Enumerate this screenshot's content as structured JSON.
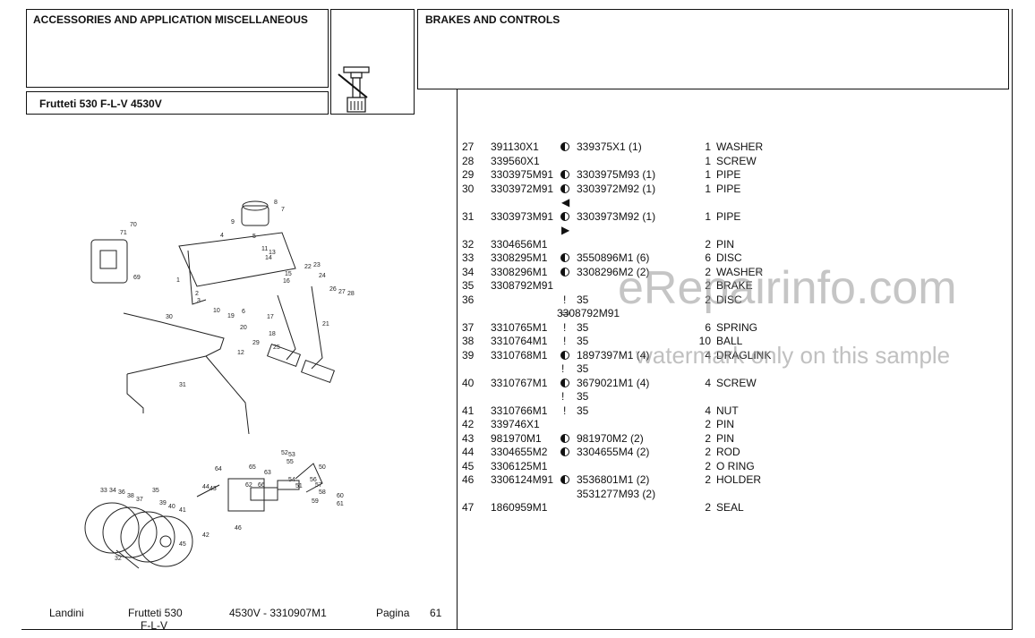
{
  "header": {
    "category": "ACCESSORIES AND APPLICATION MISCELLANEOUS",
    "model": "Frutteti 530 F-L-V  4530V",
    "section": "BRAKES AND CONTROLS"
  },
  "parts": [
    {
      "ref": "27",
      "part": "391130X1",
      "sym": "dot",
      "rep": "339375X1  (1)",
      "qty": "1",
      "desc": "WASHER"
    },
    {
      "ref": "28",
      "part": "339560X1",
      "sym": "",
      "rep": "",
      "qty": "1",
      "desc": "SCREW"
    },
    {
      "ref": "29",
      "part": "3303975M91",
      "sym": "dot",
      "rep": "3303975M93  (1)",
      "qty": "1",
      "desc": "PIPE"
    },
    {
      "ref": "30",
      "part": "3303972M91",
      "sym": "dot",
      "rep": "3303972M92  (1)",
      "qty": "1",
      "desc": "PIPE",
      "sub_sym": "◀"
    },
    {
      "ref": "31",
      "part": "3303973M91",
      "sym": "dot",
      "rep": "3303973M92  (1)",
      "qty": "1",
      "desc": "PIPE",
      "sub_sym": "▶"
    },
    {
      "ref": "32",
      "part": "3304656M1",
      "sym": "",
      "rep": "",
      "qty": "2",
      "desc": "PIN"
    },
    {
      "ref": "33",
      "part": "3308295M1",
      "sym": "dot",
      "rep": "3550896M1  (6)",
      "qty": "6",
      "desc": "DISC"
    },
    {
      "ref": "34",
      "part": "3308296M1",
      "sym": "dot",
      "rep": "3308296M2  (2)",
      "qty": "2",
      "desc": "WASHER"
    },
    {
      "ref": "35",
      "part": "3308792M91",
      "sym": "",
      "rep": "",
      "qty": "2",
      "desc": "BRAKE"
    },
    {
      "ref": "36",
      "part": "",
      "sym": "!",
      "rep": "35",
      "qty": "2",
      "desc": "DISC",
      "sub_sym": "⇨",
      "sub_rep": "3308792M91"
    },
    {
      "ref": "37",
      "part": "3310765M1",
      "sym": "!",
      "rep": "35",
      "qty": "6",
      "desc": "SPRING"
    },
    {
      "ref": "38",
      "part": "3310764M1",
      "sym": "!",
      "rep": "35",
      "qty": "10",
      "desc": "BALL"
    },
    {
      "ref": "39",
      "part": "3310768M1",
      "sym": "dot",
      "rep": "1897397M1  (4)",
      "qty": "4",
      "desc": "DRAGLINK",
      "sub_sym": "!",
      "sub_rep": "35"
    },
    {
      "ref": "40",
      "part": "3310767M1",
      "sym": "dot",
      "rep": "3679021M1  (4)",
      "qty": "4",
      "desc": "SCREW",
      "sub_sym": "!",
      "sub_rep": "35"
    },
    {
      "ref": "41",
      "part": "3310766M1",
      "sym": "!",
      "rep": "35",
      "qty": "4",
      "desc": "NUT"
    },
    {
      "ref": "42",
      "part": "339746X1",
      "sym": "",
      "rep": "",
      "qty": "2",
      "desc": "PIN"
    },
    {
      "ref": "43",
      "part": "981970M1",
      "sym": "dot",
      "rep": "981970M2  (2)",
      "qty": "2",
      "desc": "PIN"
    },
    {
      "ref": "44",
      "part": "3304655M2",
      "sym": "dot",
      "rep": "3304655M4  (2)",
      "qty": "2",
      "desc": "ROD"
    },
    {
      "ref": "45",
      "part": "3306125M1",
      "sym": "",
      "rep": "",
      "qty": "2",
      "desc": "O RING"
    },
    {
      "ref": "46",
      "part": "3306124M91",
      "sym": "dot",
      "rep": "3536801M1  (2)",
      "qty": "2",
      "desc": "HOLDER",
      "sub_rep": " 3531277M93  (2)"
    },
    {
      "ref": "47",
      "part": "1860959M1",
      "sym": "",
      "rep": "",
      "qty": "2",
      "desc": "SEAL"
    }
  ],
  "footer": {
    "brand": "Landini",
    "model_line1": "Frutteti 530",
    "model_line2": "F-L-V",
    "code": "4530V - 3310907M1",
    "page_label": "Pagina",
    "page_number": "61"
  },
  "watermark": {
    "main": "eRepairinfo.com",
    "sub": "watermark only on this sample"
  },
  "diagram_labels": [
    "70",
    "71",
    "69",
    "9",
    "8",
    "7",
    "4",
    "5",
    "11",
    "13",
    "14",
    "1",
    "2",
    "3",
    "10",
    "19",
    "6",
    "15",
    "16",
    "22",
    "23",
    "24",
    "26",
    "27",
    "28",
    "30",
    "12",
    "20",
    "29",
    "17",
    "21",
    "18",
    "25",
    "31",
    "52",
    "53",
    "55",
    "50",
    "64",
    "65",
    "63",
    "54",
    "51",
    "44",
    "43",
    "62",
    "66",
    "56",
    "57",
    "58",
    "59",
    "60",
    "61",
    "33",
    "34",
    "36",
    "38",
    "37",
    "35",
    "39",
    "40",
    "41",
    "42",
    "46",
    "45",
    "32"
  ],
  "colors": {
    "ink": "#111111",
    "watermark": "#969696"
  }
}
